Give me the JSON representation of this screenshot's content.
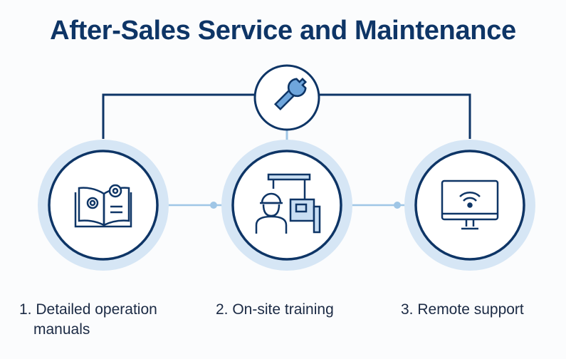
{
  "title": "After-Sales Service and Maintenance",
  "hub": {
    "icon": "wrench-icon"
  },
  "steps": [
    {
      "label": "1. Detailed operation",
      "label_cont": "manuals",
      "icon": "manual-gears-icon"
    },
    {
      "label": "2. On-site training",
      "icon": "technician-machine-icon"
    },
    {
      "label": "3. Remote support",
      "icon": "monitor-wifi-icon"
    }
  ],
  "colors": {
    "navy": "#0e3566",
    "ring": "#d6e6f5",
    "connector": "#9fc6e6",
    "icon_fill": "#c8def3"
  }
}
